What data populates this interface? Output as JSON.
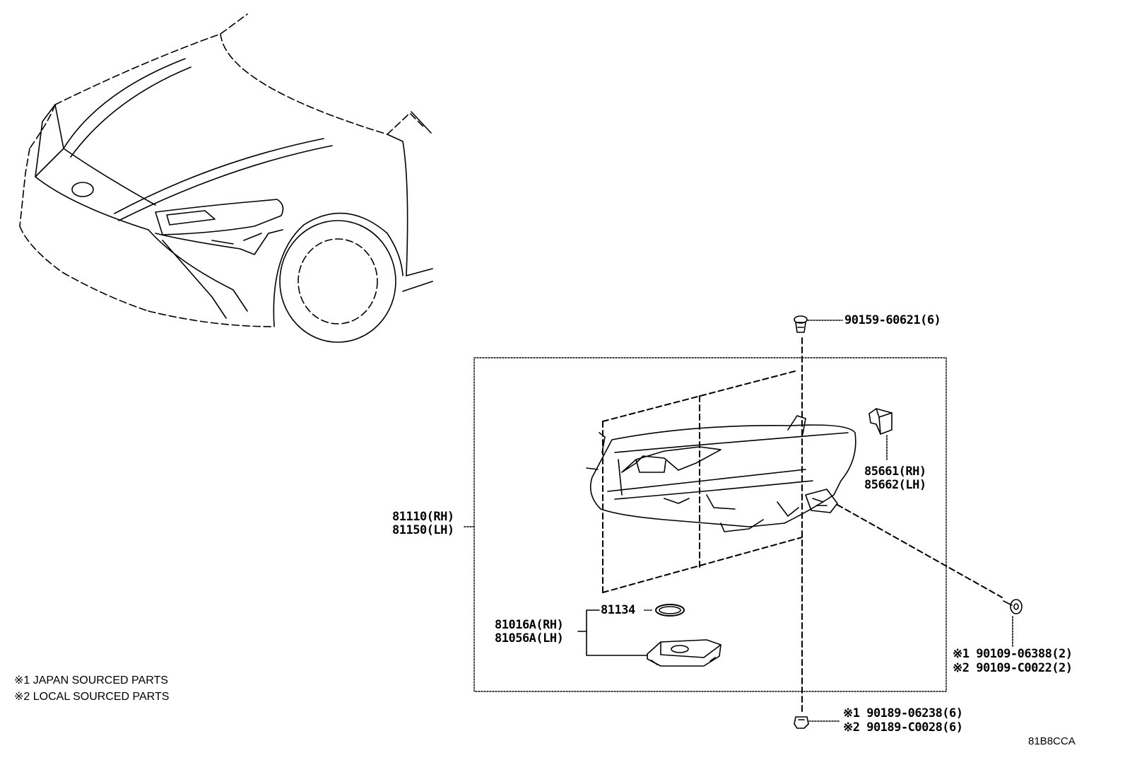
{
  "parts": {
    "screw_top": "90159-60621(6)",
    "unit_rh": "85661(RH)",
    "unit_lh": "85662(LH)",
    "headlamp_rh": "81110(RH)",
    "headlamp_lh": "81150(LH)",
    "gasket": "81134",
    "computer_rh": "81016A(RH)",
    "computer_lh": "81056A(LH)",
    "clip_1": "※1 90109-06388(2)",
    "clip_2": "※2 90109-C0022(2)",
    "nut_1": "※1 90189-06238(6)",
    "nut_2": "※2 90189-C0028(6)"
  },
  "notes": {
    "note_1": "※1 JAPAN SOURCED PARTS",
    "note_2": "※2 LOCAL SOURCED PARTS"
  },
  "diagram_code": "81B8CCA"
}
